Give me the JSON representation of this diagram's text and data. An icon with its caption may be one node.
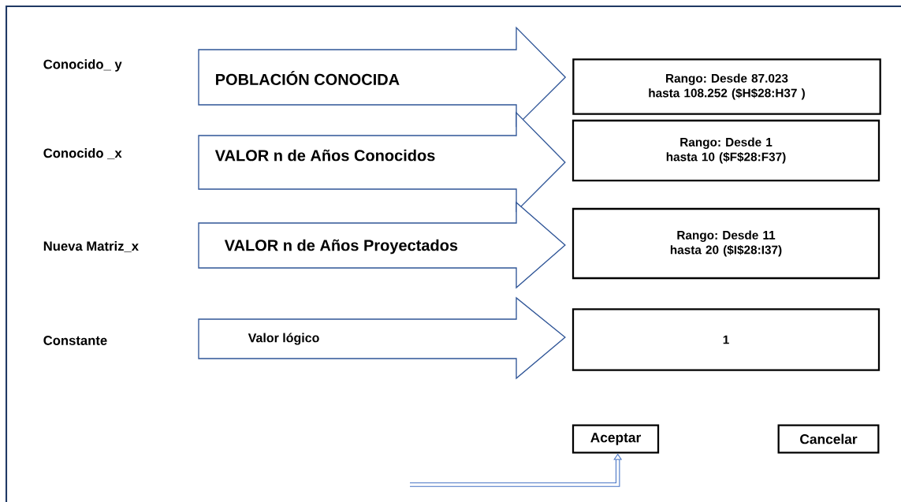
{
  "diagram": {
    "nodes": [
      {
        "text": [
          "Conocido_ y"
        ]
      },
      {
        "text": [
          "Rango: Desde 87.023 hasta 108.252 ($H$28:H37 )"
        ]
      },
      {
        "text": [
          "Conocido _x"
        ]
      },
      {
        "text": [
          "Rango: Desde 1 hasta 10 ($F$28:F37)"
        ]
      },
      {
        "text": [
          "Nueva Matriz_x"
        ]
      },
      {
        "text": [
          "Rango: Desde 11 hasta 20 ($I$28:I37)"
        ]
      },
      {
        "text": [
          "Constante"
        ]
      },
      {
        "text": [
          "1"
        ]
      },
      {
        "text": [
          "Aceptar"
        ]
      },
      {
        "text": [
          "Cancelar"
        ]
      }
    ],
    "edges": [
      {
        "from": 0,
        "to": 1,
        "arrow": "to",
        "label": "POBLACIÓN CONOCIDA"
      },
      {
        "from": 2,
        "to": 3,
        "arrow": "to",
        "label": "VALOR n de Años Conocidos"
      },
      {
        "from": 4,
        "to": 5,
        "arrow": "to",
        "label": "VALOR n de Años Proyectados"
      },
      {
        "from": 6,
        "to": 7,
        "arrow": "to",
        "label": "Valor lógico"
      },
      {
        "from": null,
        "to": 8,
        "arrow": "to",
        "color": "#4472c4"
      }
    ]
  }
}
